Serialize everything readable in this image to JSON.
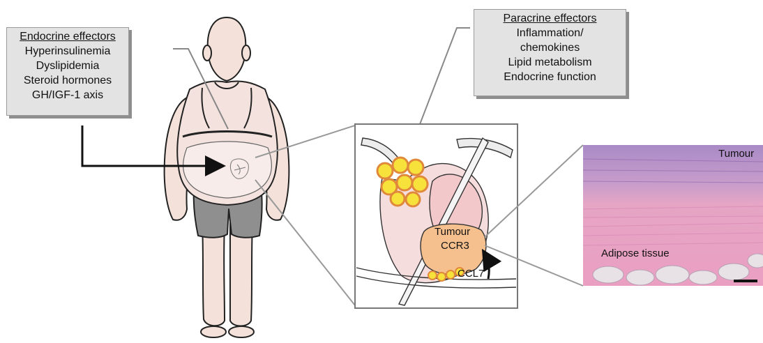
{
  "endocrine": {
    "title": "Endocrine effectors",
    "items": [
      "Hyperinsulinemia",
      "Dyslipidemia",
      "Steroid hormones",
      "GH/IGF-1 axis"
    ]
  },
  "paracrine": {
    "title": "Paracrine effectors",
    "items": [
      "Inflammation/",
      "chemokines",
      "Lipid metabolism",
      "Endocrine function"
    ]
  },
  "inset_labels": {
    "tumour": "Tumour",
    "receptor": "CCR3",
    "ligand": "CCL7"
  },
  "histology_labels": {
    "tumour": "Tumour",
    "adipose": "Adipose tissue"
  },
  "colors": {
    "box_fill": "#e3e3e3",
    "box_shadow": "#8e8e8e",
    "tumour": "#f5c08e",
    "adipocyte": "#f6e23a",
    "adipocyte_ring": "#e0893a",
    "histo_tumour": "#b58fc9",
    "histo_stroma": "#e8a7c4"
  }
}
